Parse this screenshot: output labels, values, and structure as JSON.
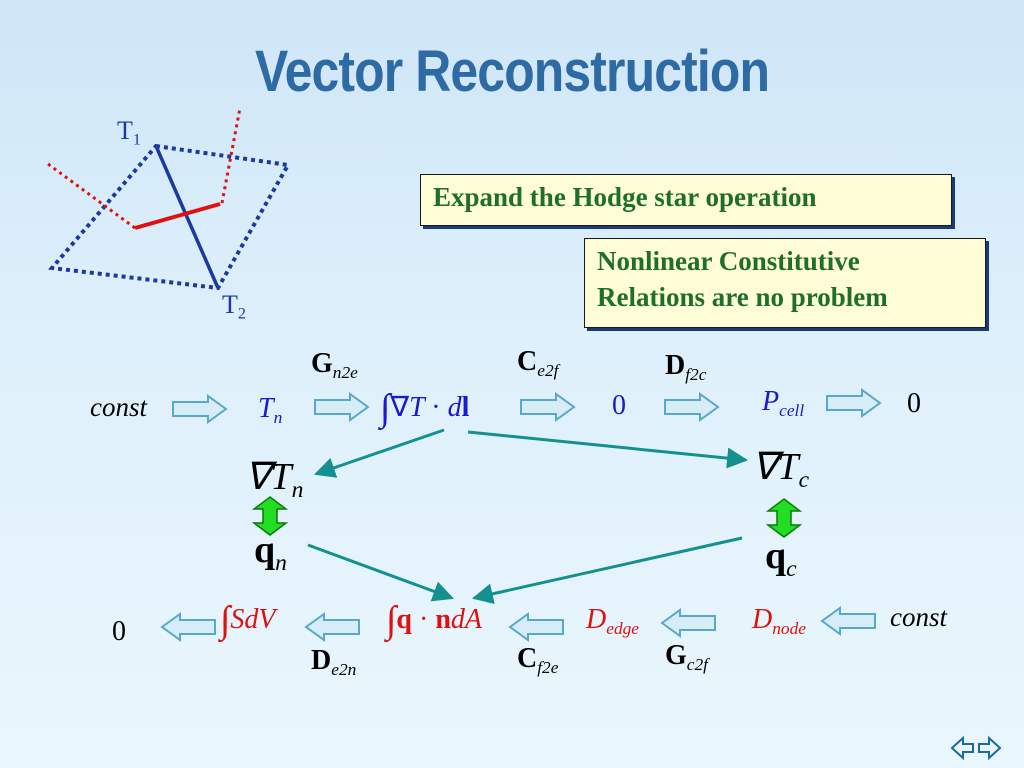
{
  "title": "Vector Reconstruction",
  "callouts": {
    "hodge": "Expand the Hodge star operation",
    "nonlinear_line1": "Nonlinear Constitutive",
    "nonlinear_line2": "Relations are no problem"
  },
  "diagram": {
    "t1": "T",
    "t1_sub": "1",
    "t2": "T",
    "t2_sub": "2"
  },
  "top_row": {
    "const": "const",
    "tn": "T",
    "tn_sub": "n",
    "grad_int_grad": "∇",
    "grad_int_T": "T",
    "grad_int_dot": "·",
    "grad_int_d": "d",
    "grad_int_l": "l",
    "zero_mid": "0",
    "pcell": "P",
    "pcell_sub": "cell",
    "zero_end": "0",
    "op1": "G",
    "op1_sub": "n2e",
    "op2": "C",
    "op2_sub": "e2f",
    "op3": "D",
    "op3_sub": "f2c"
  },
  "middle": {
    "grad_tn": "∇T",
    "grad_tn_sub": "n",
    "grad_tc": "∇T",
    "grad_tc_sub": "c",
    "qn": "q",
    "qn_sub": "n",
    "qc": "q",
    "qc_sub": "c"
  },
  "bottom_row": {
    "zero": "0",
    "sdv": "SdV",
    "q": "q",
    "dot": "·",
    "n": "n",
    "da": "dA",
    "dedge": "D",
    "dedge_sub": "edge",
    "dnode": "D",
    "dnode_sub": "node",
    "const": "const",
    "op1": "D",
    "op1_sub": "e2n",
    "op2": "C",
    "op2_sub": "f2e",
    "op3": "G",
    "op3_sub": "c2f"
  },
  "colors": {
    "title": "#2e6aa3",
    "callout_bg": "#fffdd6",
    "callout_text": "#1f6f2a",
    "math_blue": "#1a1acc",
    "math_red": "#e01010",
    "connector_teal": "#13908f",
    "bidirectional_green": "#22dd22",
    "block_arrow_fill": "#d6ecf6",
    "block_arrow_stroke": "#5aa8c8"
  },
  "icons": [
    "block-arrow-right",
    "block-arrow-left",
    "double-headed-arrow-green",
    "nav-back-forward-icon"
  ]
}
